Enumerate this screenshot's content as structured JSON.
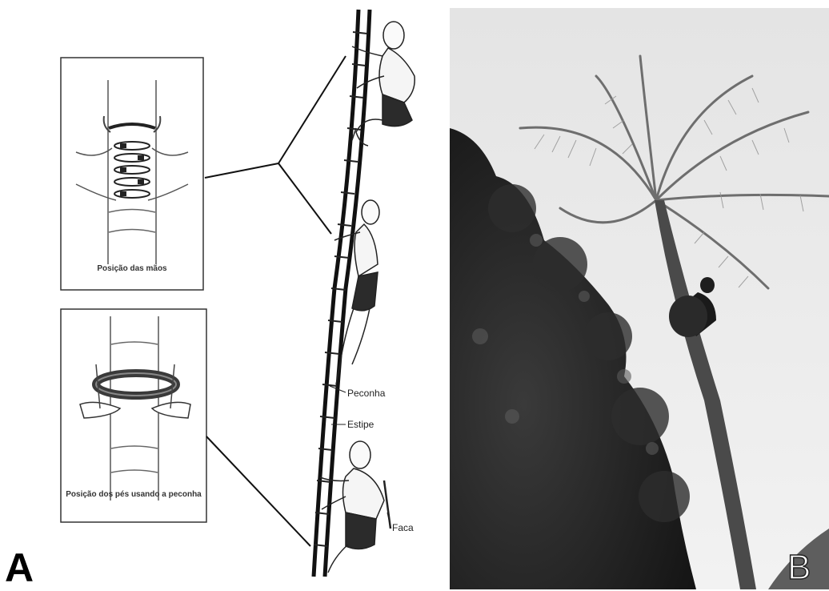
{
  "panel_a": {
    "letter": "A",
    "inset_top_caption": "Posição das mãos",
    "inset_bottom_caption": "Posição dos pés usando a peconha",
    "labels": {
      "peconha": "Peconha",
      "estipe": "Estipe",
      "faca": "Faca"
    }
  },
  "panel_b": {
    "letter": "B"
  }
}
